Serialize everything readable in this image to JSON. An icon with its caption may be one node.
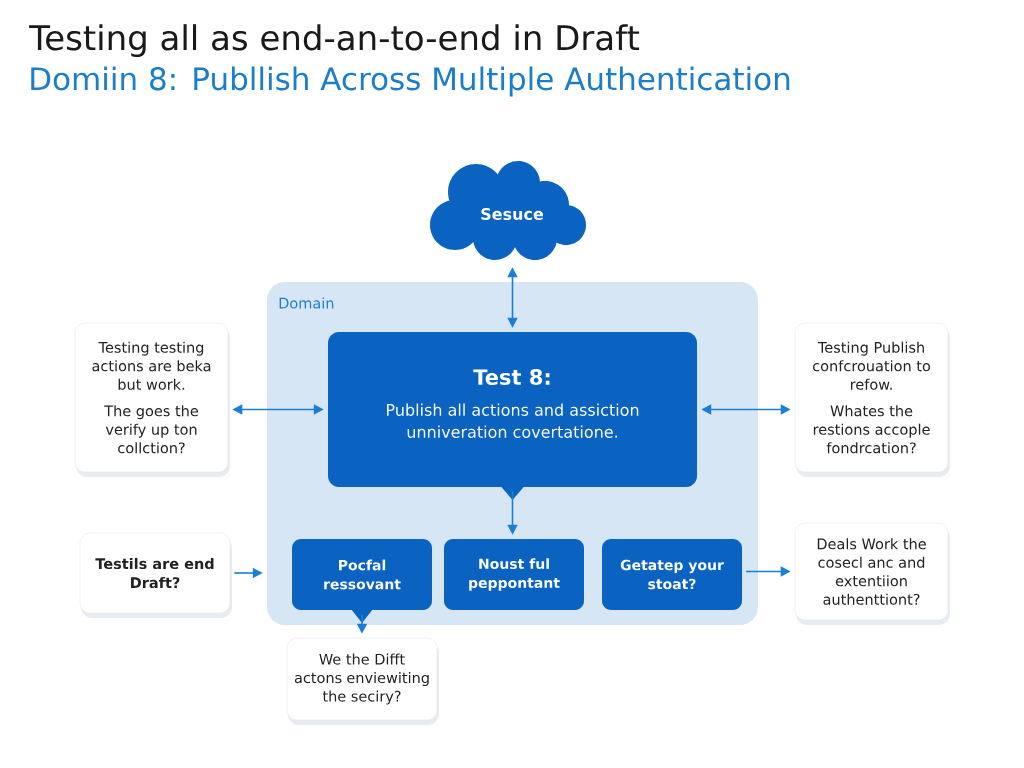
{
  "diagram": {
    "title": "Testing all as end-an-to-end in Draft",
    "nodes": [
      {
        "text": [
          "Sesuce"
        ]
      },
      {
        "text": [
          "Domain"
        ]
      },
      {
        "text": [
          "Testing testing actions are beka but work.",
          "The goes the verify up ton collction?"
        ]
      },
      {
        "text": [
          "Test 8:",
          "Publish all actions and assiction unniveration covertatione."
        ],
        "in": 1
      },
      {
        "text": [
          "Testing Publish confcrouation to refow.",
          "Whates the restions accople fondrcation?"
        ]
      },
      {
        "text": [
          "Testils are end Draft?"
        ]
      },
      {
        "text": [
          "Pocfal ressovant"
        ],
        "in": 1
      },
      {
        "text": [
          "Noust ful peppontant"
        ],
        "in": 1
      },
      {
        "text": [
          "Getatep your stoat?"
        ],
        "in": 1
      },
      {
        "text": [
          "Deals Work the cosecl anc and extentiion authenttiont?"
        ]
      },
      {
        "text": [
          "We the Difft actons enviewiting the seciry?"
        ]
      }
    ],
    "edges": [
      {
        "from": 0,
        "to": 3,
        "arrow": "both"
      },
      {
        "from": 2,
        "to": 3,
        "arrow": "both"
      },
      {
        "from": 3,
        "to": 4,
        "arrow": "both"
      },
      {
        "from": 3,
        "to": 7,
        "arrow": "to"
      },
      {
        "from": 5,
        "to": 1,
        "arrow": "to"
      },
      {
        "from": 8,
        "to": 9,
        "arrow": "to"
      },
      {
        "from": 6,
        "to": 10,
        "arrow": "to"
      }
    ],
    "labels": [
      "Domiin 8: Publlish Across Multiple Authentication"
    ]
  }
}
